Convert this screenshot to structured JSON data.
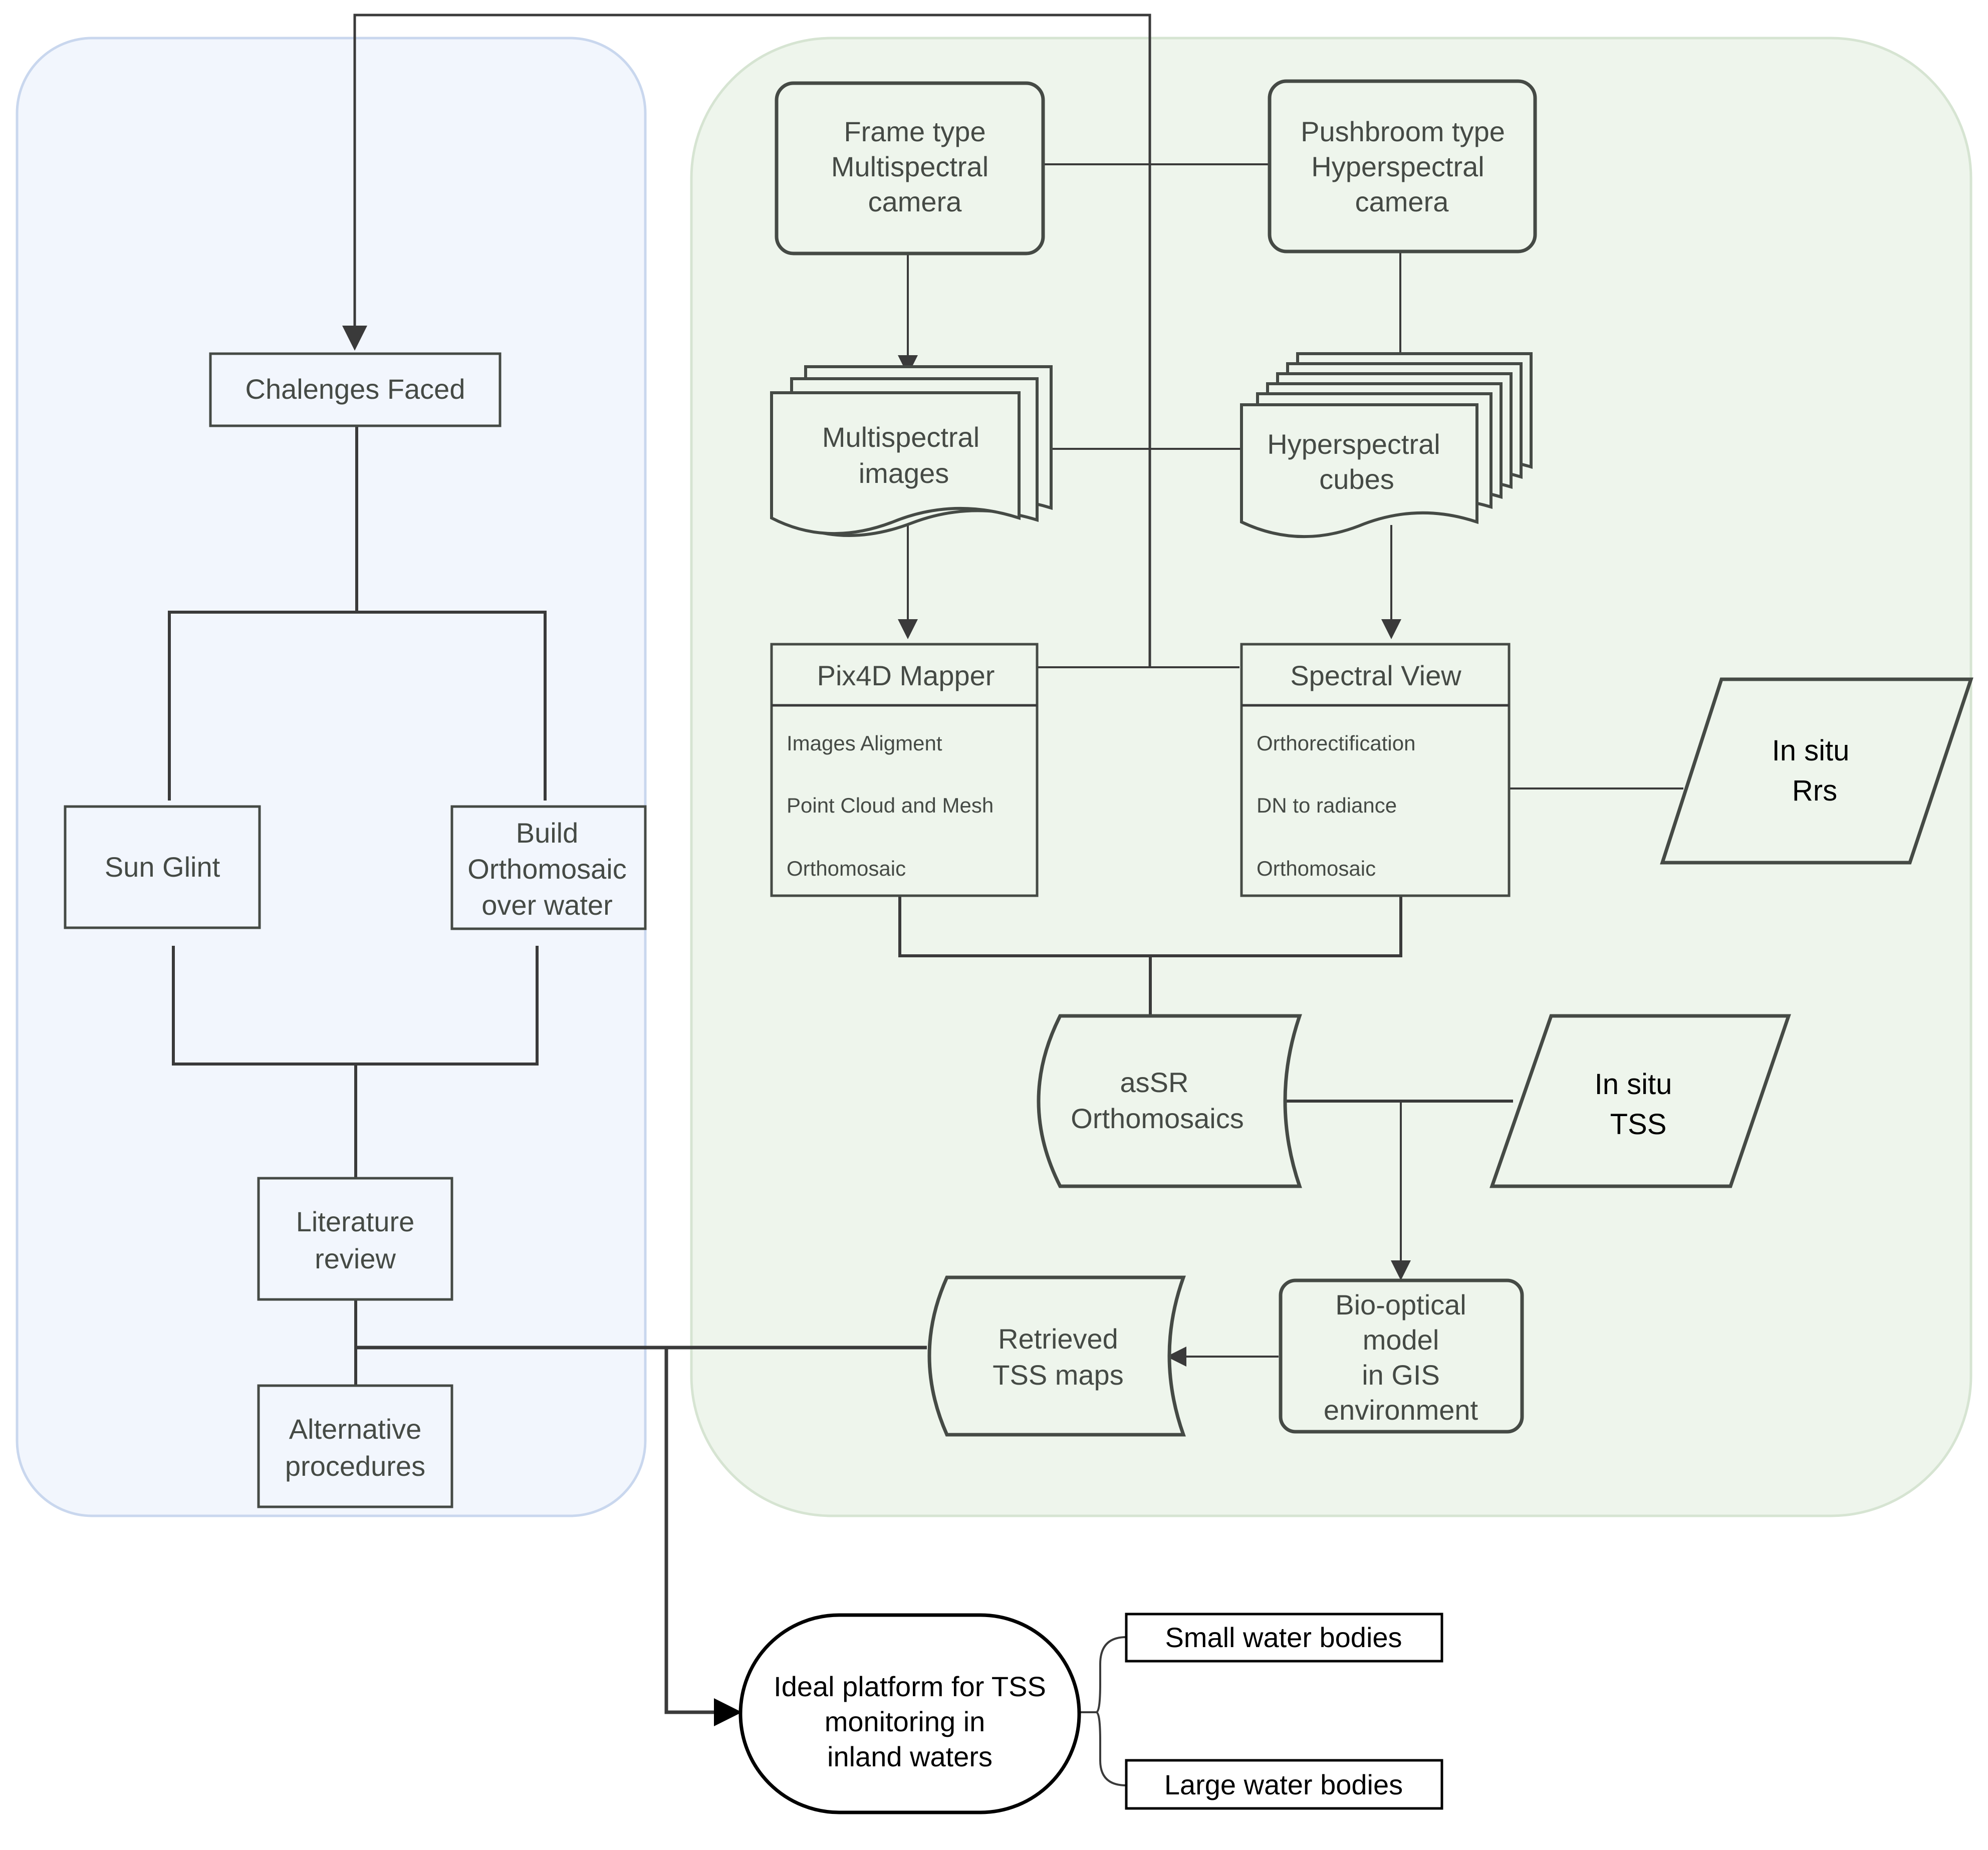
{
  "left_panel": {
    "challenges": "Chalenges Faced",
    "sun_glint": "Sun Glint",
    "build_ortho": [
      "Build",
      "Orthomosaic",
      "over water"
    ],
    "literature": [
      "Literature",
      "review"
    ],
    "alternative": [
      "Alternative",
      "procedures"
    ]
  },
  "right_panel": {
    "frame_camera": [
      "Frame type",
      "Multispectral",
      "camera"
    ],
    "pushbroom_camera": [
      "Pushbroom type",
      "Hyperspectral",
      "camera"
    ],
    "ms_images": [
      "Multispectral",
      "images"
    ],
    "hs_cubes": [
      "Hyperspectral",
      "cubes"
    ],
    "pix4d": {
      "title": "Pix4D Mapper",
      "steps": [
        "Images Aligment",
        "Point Cloud and Mesh",
        "Orthomosaic"
      ]
    },
    "spectral_view": {
      "title": "Spectral View",
      "steps": [
        "Orthorectification",
        "DN to radiance",
        "Orthomosaic"
      ]
    },
    "insitu_rrs": [
      "In situ",
      "Rrs"
    ],
    "assr": [
      "asSR",
      "Orthomosaics"
    ],
    "insitu_tss": [
      "In situ",
      "TSS"
    ],
    "bio_optical": [
      "Bio-optical",
      "model",
      "in GIS",
      "environment"
    ],
    "retrieved": [
      "Retrieved",
      "TSS maps"
    ]
  },
  "outcome": {
    "platform": [
      "Ideal platform for TSS",
      "monitoring in",
      "inland waters"
    ],
    "small": "Small water bodies",
    "large": "Large water bodies"
  },
  "colors": {
    "left_panel_fill": "#f2f6fd",
    "right_panel_fill": "#eef5ec",
    "stroke": "#454a45"
  }
}
